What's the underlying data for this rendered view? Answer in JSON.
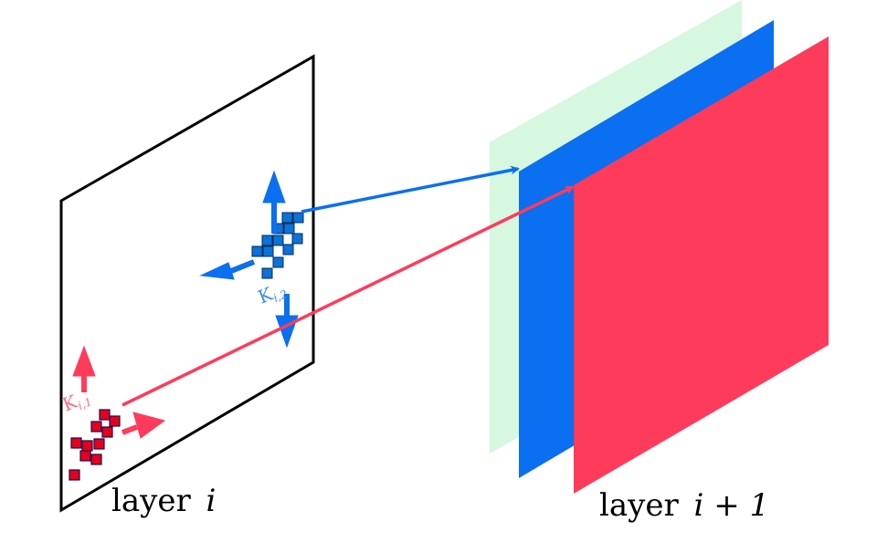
{
  "labels": {
    "layer_left_word": "layer",
    "layer_left_var": "i",
    "layer_right_word": "layer",
    "layer_right_expr": "i + 1",
    "kernel_red_base": "K",
    "kernel_red_sub": "i,1",
    "kernel_blue_base": "K",
    "kernel_blue_sub": "i,2"
  },
  "colors": {
    "red": "#ff3b5c",
    "red_kernel": "#e8001a",
    "blue": "#0a6ff0",
    "blue_kernel": "#0b72d8",
    "green_layer": "#d6f7e0",
    "outline": "#000000"
  }
}
